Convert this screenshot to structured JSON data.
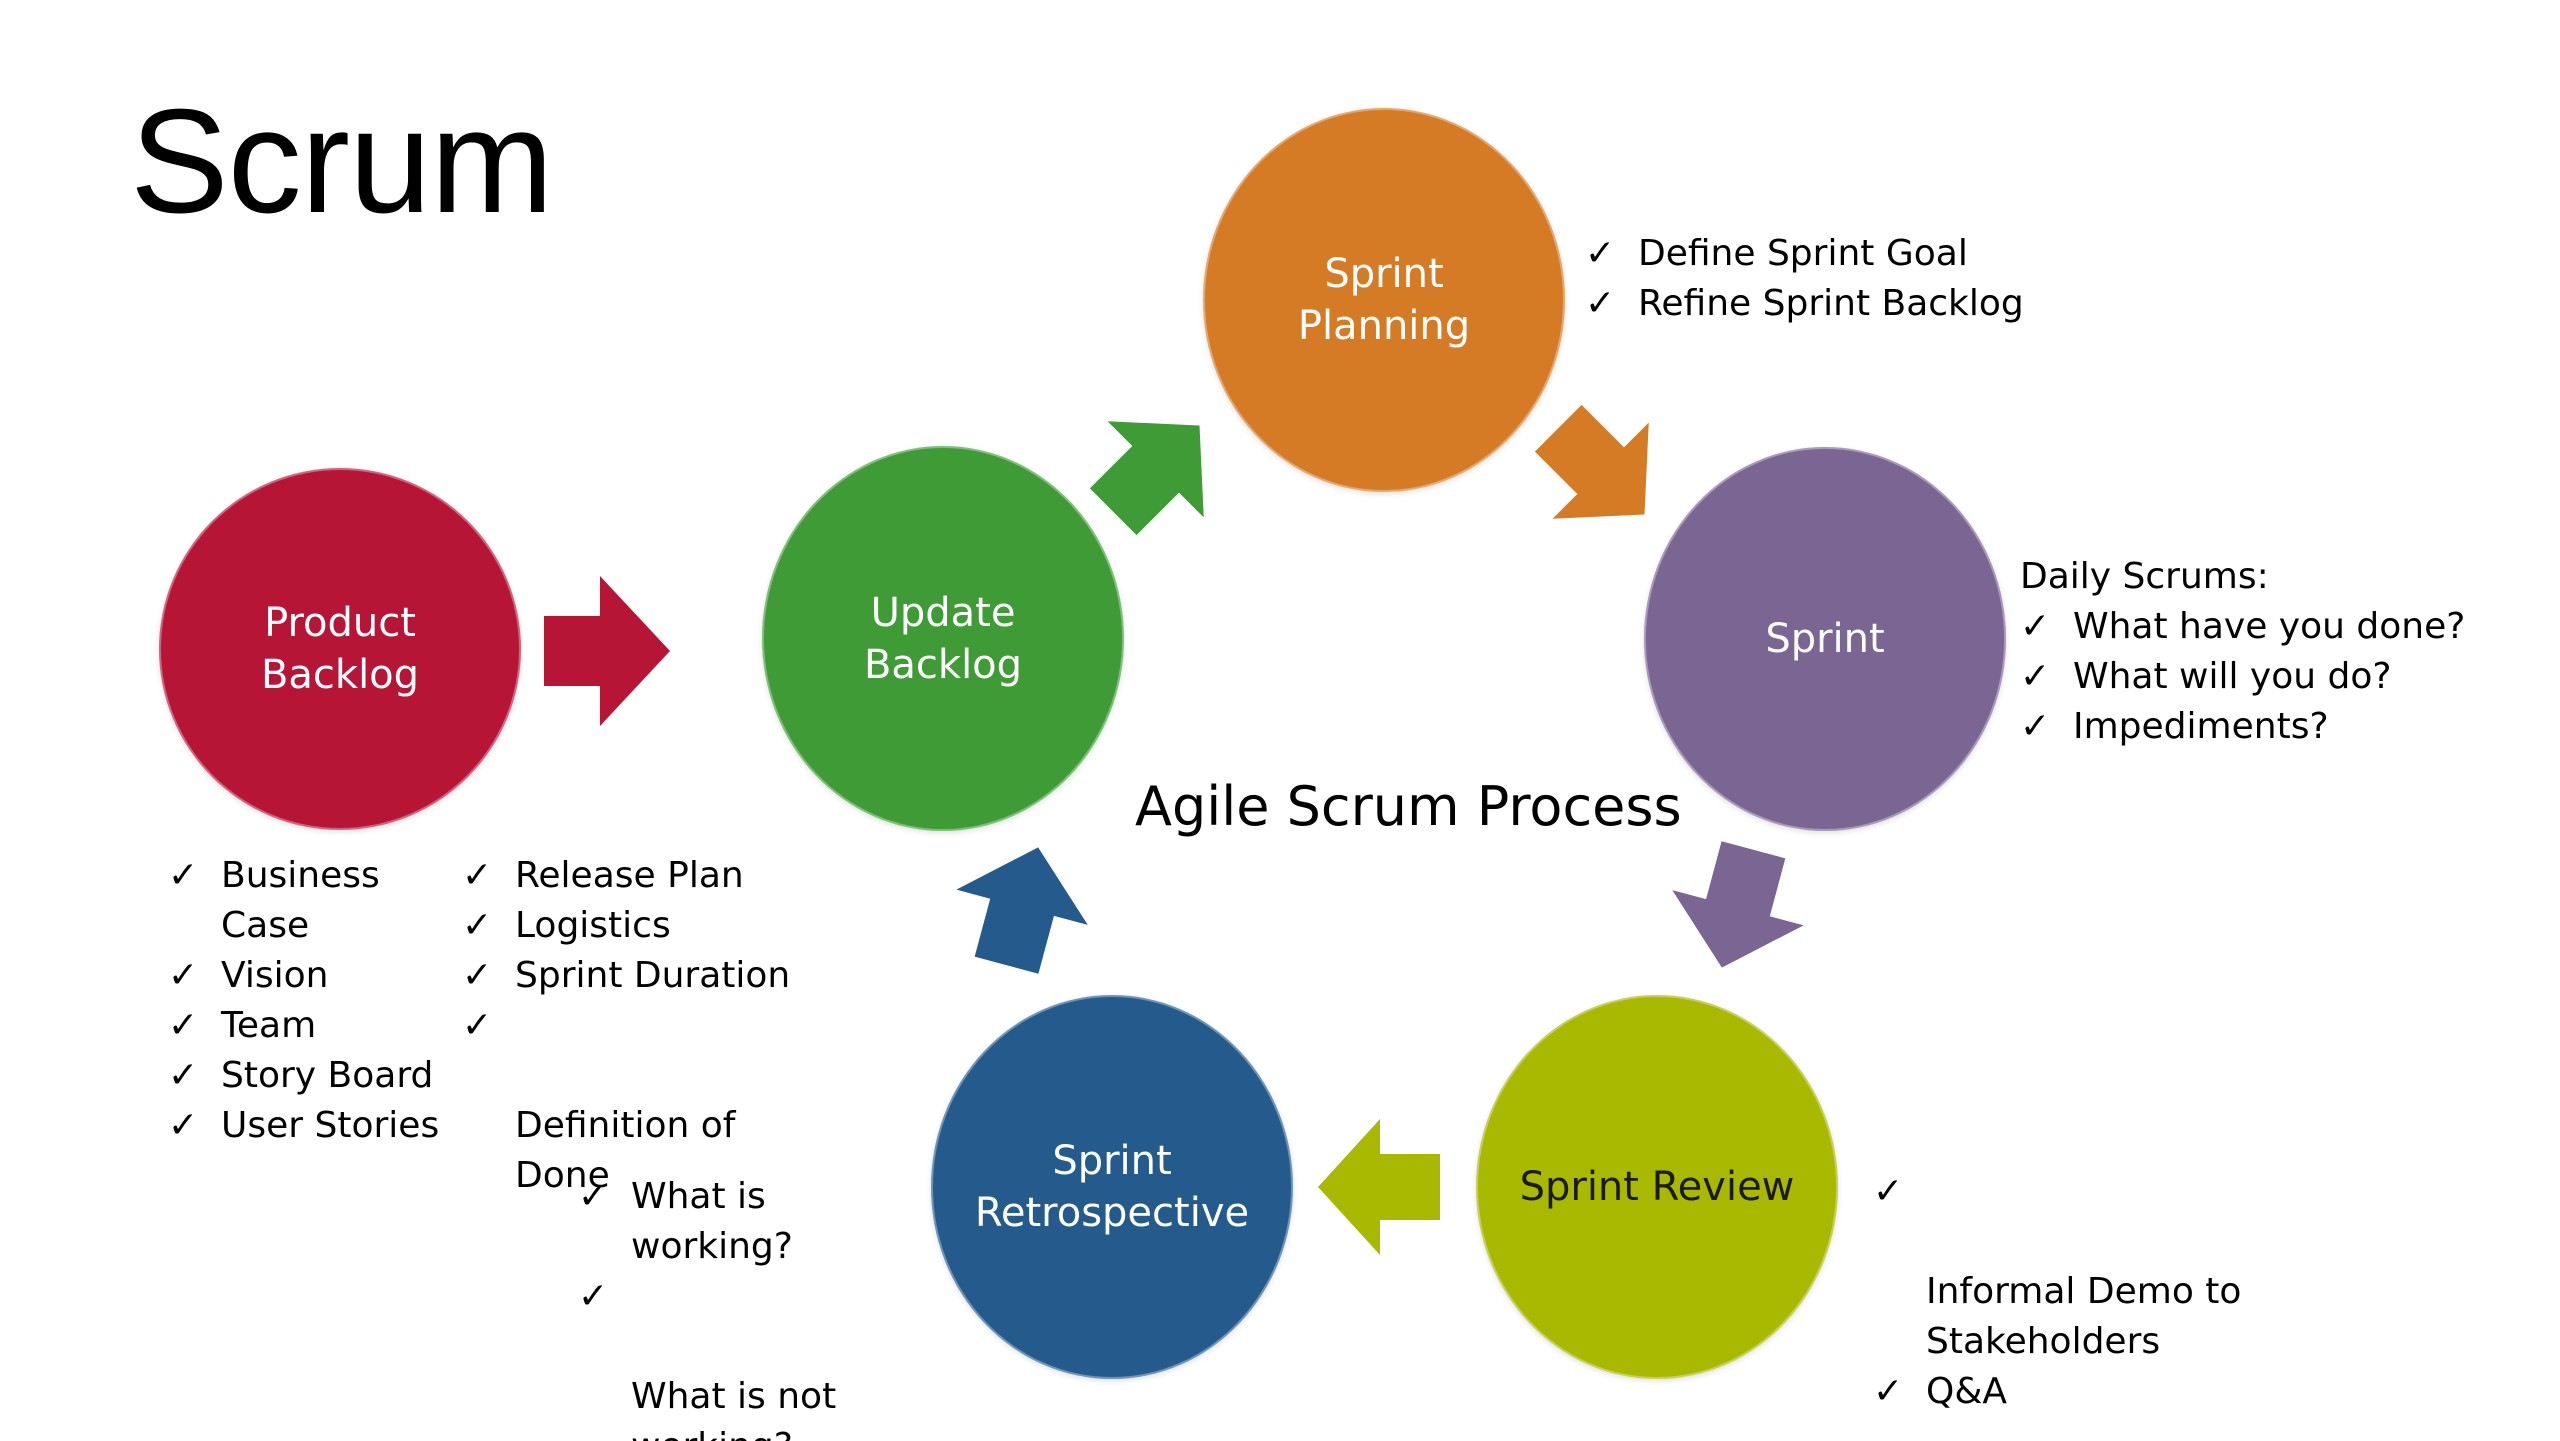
{
  "title": "Scrum",
  "center_title": "Agile Scrum Process",
  "check_symbol": "✓",
  "stages": {
    "product_backlog": {
      "label": "Product\nBacklog",
      "color": "#B71535"
    },
    "update_backlog": {
      "label": "Update\nBacklog",
      "color": "#3F9B35"
    },
    "sprint_planning": {
      "label": "Sprint\nPlanning",
      "color": "#D67B25"
    },
    "sprint": {
      "label": "Sprint",
      "color": "#7A6593"
    },
    "sprint_review": {
      "label": "Sprint Review",
      "color": "#A9B902"
    },
    "sprint_retrospective": {
      "label": "Sprint\nRetrospective",
      "color": "#245B8C"
    }
  },
  "text_color_sprint_review": "#1a1a1a",
  "arrows": {
    "backlog_to_update": {
      "color": "#B71535"
    },
    "update_to_planning": {
      "color": "#3F9B35"
    },
    "planning_to_sprint": {
      "color": "#D67B25"
    },
    "sprint_to_review": {
      "color": "#7A6593"
    },
    "review_to_retro": {
      "color": "#A9B902"
    },
    "retro_to_update": {
      "color": "#245B8C"
    }
  },
  "notes": {
    "sprint_planning": [
      "Define Sprint Goal",
      "Refine Sprint Backlog"
    ],
    "sprint": {
      "heading": "Daily Scrums:",
      "items": [
        "What have you done?",
        "What will you do?",
        "Impediments?"
      ]
    },
    "product_backlog_col1": [
      "Business Case",
      "Vision",
      "Team",
      "Story Board",
      "User Stories"
    ],
    "product_backlog_col2": [
      "Release Plan",
      "Logistics",
      "Sprint Duration",
      "Definition of\nDone"
    ],
    "sprint_retrospective": [
      "What is working?",
      "What is not\nworking?"
    ],
    "sprint_review": [
      "Informal Demo to\nStakeholders",
      "Q&A"
    ]
  }
}
